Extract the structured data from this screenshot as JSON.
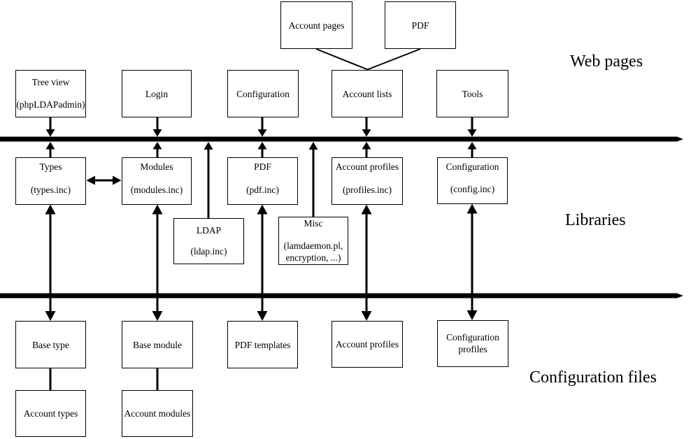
{
  "diagram": {
    "title": "LAM architecture diagram",
    "colors": {
      "background": "#ffffff",
      "lines": "#000000",
      "box_fill": "#ffffff"
    },
    "layers": [
      {
        "label": "Web pages"
      },
      {
        "label": "Libraries"
      },
      {
        "label": "Configuration files"
      }
    ],
    "boxes": {
      "account_pages": {
        "lines": [
          "Account pages"
        ]
      },
      "pdf_page": {
        "lines": [
          "PDF"
        ]
      },
      "tree_view": {
        "lines": [
          "Tree view",
          "(phpLDAPadmin)"
        ]
      },
      "login": {
        "lines": [
          "Login"
        ]
      },
      "configuration_page": {
        "lines": [
          "Configuration"
        ]
      },
      "account_lists": {
        "lines": [
          "Account lists"
        ]
      },
      "tools": {
        "lines": [
          "Tools"
        ]
      },
      "types": {
        "lines": [
          "Types",
          "(types.inc)"
        ]
      },
      "modules": {
        "lines": [
          "Modules",
          "(modules.inc)"
        ]
      },
      "pdf_lib": {
        "lines": [
          "PDF",
          "(pdf.inc)"
        ]
      },
      "account_profiles_lib": {
        "lines": [
          "Account profiles",
          "(profiles.inc)"
        ]
      },
      "configuration_lib": {
        "lines": [
          "Configuration",
          "(config.inc)"
        ]
      },
      "ldap": {
        "lines": [
          "LDAP",
          "(ldap.inc)"
        ]
      },
      "misc": {
        "lines": [
          "Misc",
          "(lamdaemon.pl,",
          "encryption, ...)"
        ]
      },
      "base_type": {
        "lines": [
          "Base type"
        ]
      },
      "base_module": {
        "lines": [
          "Base module"
        ]
      },
      "pdf_templates": {
        "lines": [
          "PDF templates"
        ]
      },
      "account_profiles_cfg": {
        "lines": [
          "Account profiles"
        ]
      },
      "configuration_profiles": {
        "lines": [
          "Configuration",
          "profiles"
        ]
      },
      "account_types": {
        "lines": [
          "Account types"
        ]
      },
      "account_modules": {
        "lines": [
          "Account modules"
        ]
      }
    }
  }
}
